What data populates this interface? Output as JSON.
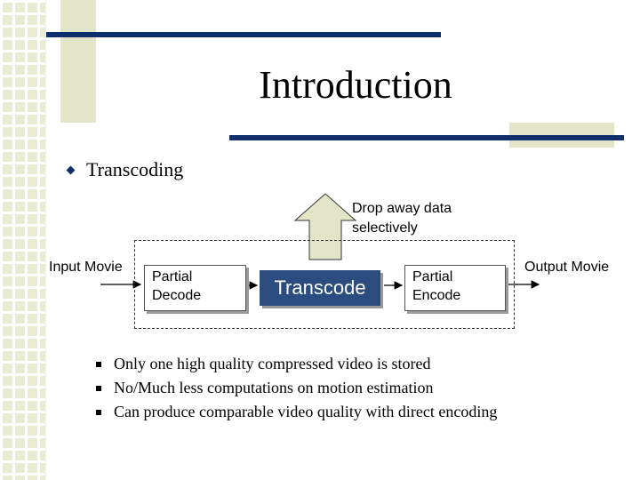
{
  "slide": {
    "title": "Introduction",
    "bullet": "Transcoding",
    "diagram": {
      "note": [
        "Drop away data",
        "selectively"
      ],
      "input_label": "Input Movie",
      "output_label": "Output Movie",
      "decode": [
        "Partial",
        "Decode"
      ],
      "transcode": "Transcode",
      "encode": [
        "Partial",
        "Encode"
      ]
    },
    "sub_bullets": [
      "Only one high quality compressed video is stored",
      "No/Much less computations on motion estimation",
      "Can produce comparable video quality with direct encoding"
    ]
  }
}
